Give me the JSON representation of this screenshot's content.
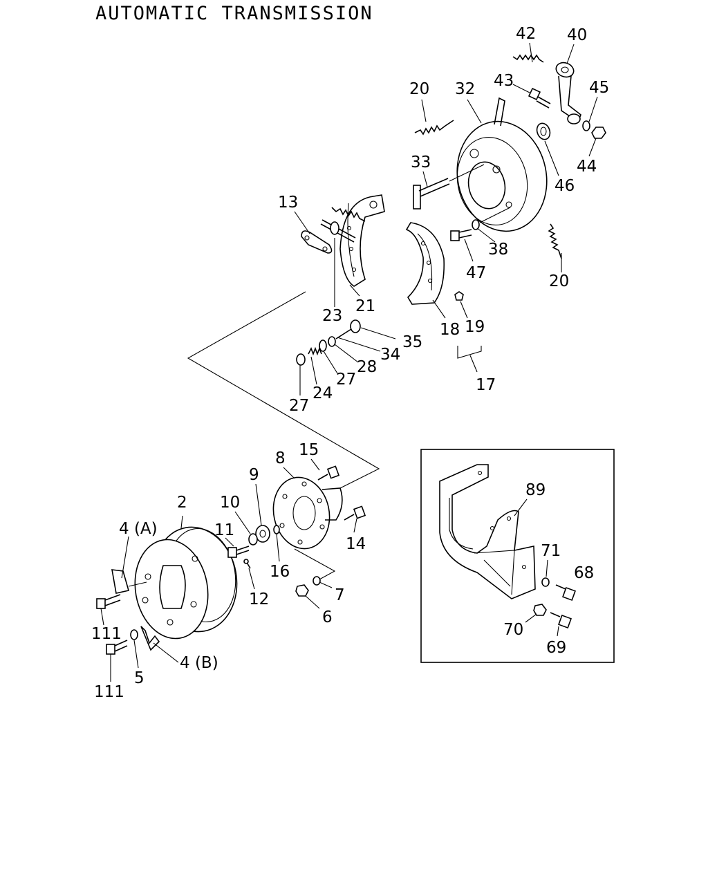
{
  "title": "AUTOMATIC TRANSMISSION",
  "callouts": {
    "c42": "42",
    "c40": "40",
    "c43": "43",
    "c20a": "20",
    "c32": "32",
    "c45": "45",
    "c44": "44",
    "c46": "46",
    "c33": "33",
    "c13": "13",
    "c47": "47",
    "c38": "38",
    "c20b": "20",
    "c21": "21",
    "c23": "23",
    "c18": "18",
    "c19": "19",
    "c35": "35",
    "c34": "34",
    "c28": "28",
    "c27a": "27",
    "c24": "24",
    "c27b": "27",
    "c17": "17",
    "c8": "8",
    "c15": "15",
    "c9": "9",
    "c10": "10",
    "c2": "2",
    "c11": "11",
    "c4a": "4 (A)",
    "c14": "14",
    "c16": "16",
    "c12": "12",
    "c7": "7",
    "c6": "6",
    "c111a": "111",
    "c111b": "111",
    "c5": "5",
    "c4b": "4 (B)",
    "c89": "89",
    "c71": "71",
    "c68": "68",
    "c70": "70",
    "c69": "69"
  }
}
